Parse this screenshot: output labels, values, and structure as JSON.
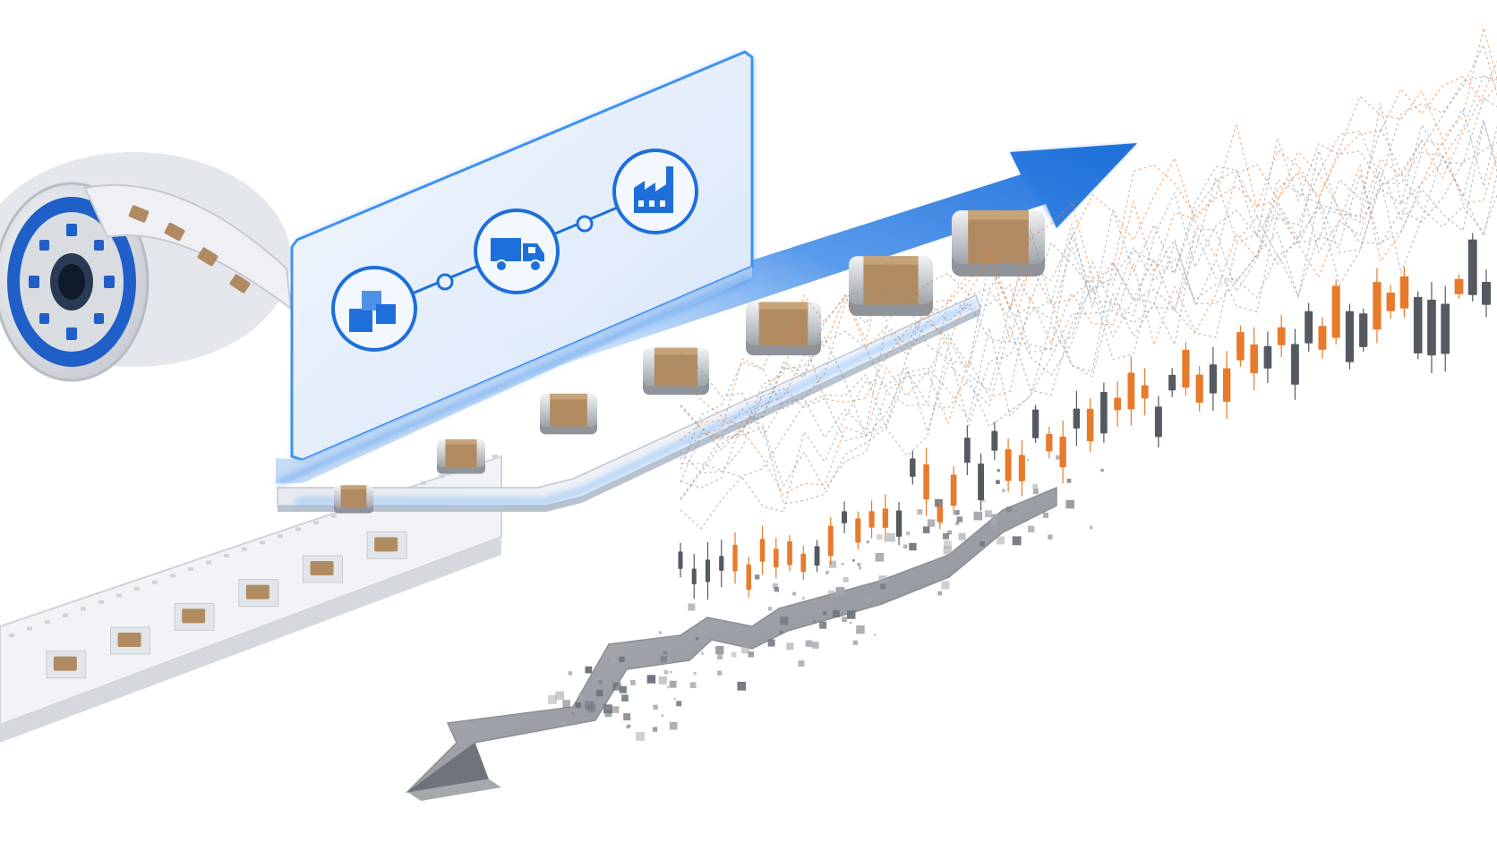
{
  "scene": {
    "title": "",
    "colors": {
      "background": "#ffffff",
      "accent_blue": "#1e6fd9",
      "glow_blue": "#5aa7ff",
      "panel_fill": "#e9f2fc",
      "capacitor_body": "#b08b61",
      "capacitor_cap": "#c9ccd1",
      "reel_blue": "#1f5fc7",
      "tape": "#eef0f3",
      "chart_orange": "#e87a2c",
      "chart_gray": "#555a61",
      "down_arrow": "#9a9ea5"
    }
  },
  "supply_chain_panel": {
    "stages": [
      {
        "icon": "boxes-icon"
      },
      {
        "icon": "truck-icon"
      },
      {
        "icon": "factory-icon"
      }
    ]
  },
  "components": {
    "capacitor_count_on_track": 7,
    "capacitor_count_on_tape": 6
  },
  "trend": {
    "up_arrow": "rising",
    "down_arrow": "falling"
  }
}
